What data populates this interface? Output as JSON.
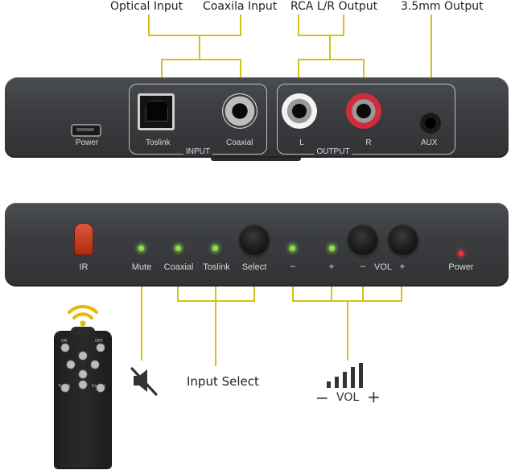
{
  "callouts": {
    "optical_input": "Optical Input",
    "coaxial_input": "Coaxila Input",
    "rca_output": "RCA L/R Output",
    "aux_output": "3.5mm Output",
    "input_select": "Input Select",
    "vol": "VOL"
  },
  "rear_panel": {
    "power": "Power",
    "toslink": "Toslink",
    "coaxial": "Coaxial",
    "input_group": "INPUT",
    "left": "L",
    "right": "R",
    "aux": "AUX",
    "output_group": "OUTPUT"
  },
  "front_panel": {
    "ir": "IR",
    "mute": "Mute",
    "coaxial": "Coaxial",
    "toslink": "Toslink",
    "select": "Select",
    "minus_a": "−",
    "plus_a": "+",
    "minus_b": "−",
    "vol": "VOL",
    "plus_b": "+",
    "power": "Power"
  },
  "remote": {
    "on": "ON",
    "off": "OFF",
    "toslink": "Toslink",
    "coaxial": "Coaxial"
  },
  "vol_icon": {
    "minus": "−",
    "plus": "+"
  },
  "colors": {
    "callout_line": "#d4c21a",
    "led_green": "#8ee04a",
    "led_red": "#ff3030",
    "ir_window": "#c0391b",
    "rca_red": "#d42b3a",
    "wifi_icon": "#e8b800"
  },
  "icons": [
    "wifi-icon",
    "mute-speaker-icon",
    "volume-bars-icon",
    "remote-control"
  ]
}
